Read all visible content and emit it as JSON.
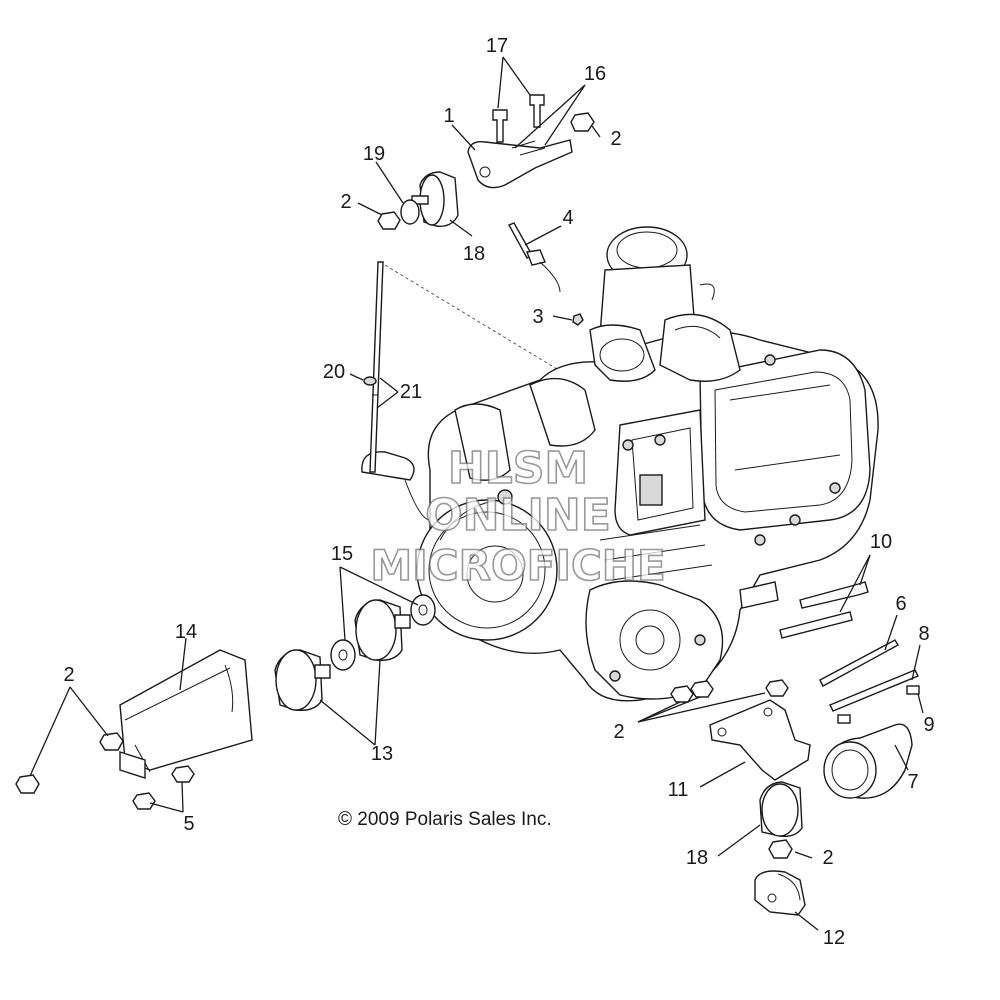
{
  "callouts": {
    "c1": "1",
    "c2": "2",
    "c3": "3",
    "c4": "4",
    "c5": "5",
    "c6": "6",
    "c7": "7",
    "c8": "8",
    "c9": "9",
    "c10": "10",
    "c11": "11",
    "c12": "12",
    "c13": "13",
    "c14": "14",
    "c15": "15",
    "c16": "16",
    "c17": "17",
    "c18": "18",
    "c19": "19",
    "c20": "20",
    "c21": "21"
  },
  "copyright": "© 2009 Polaris Sales Inc.",
  "watermark": {
    "line1": "HLSM",
    "line2": "ONLINE",
    "line3": "MICROFICHE"
  }
}
